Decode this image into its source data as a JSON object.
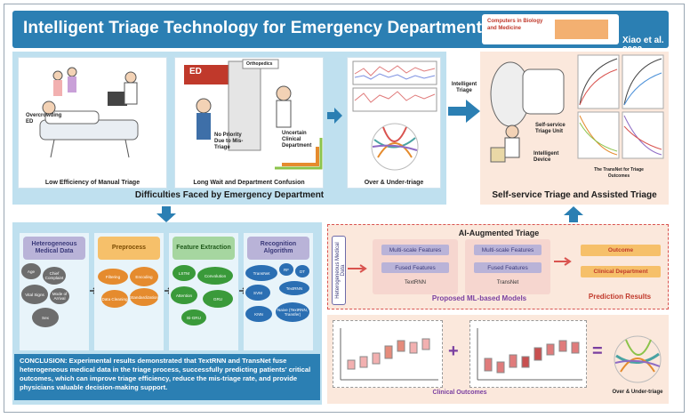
{
  "header": {
    "title": "Intelligent Triage Technology for Emergency Department Patients",
    "journal": "Computers in Biology and Medicine",
    "author": "Xiao et al. 2023"
  },
  "difficulties": {
    "title": "Difficulties Faced by Emergency Department",
    "panel1": {
      "caption": "Low Efficiency of Manual Triage",
      "label": "Overcrowding ED"
    },
    "panel2": {
      "caption": "Long Wait and Department Confusion",
      "ed": "ED",
      "orthopedics": "Orthopedics",
      "no_priority": "No Priority Due to Mis-Triage",
      "uncertain": "Uncertain Clinical Department"
    },
    "panel3": {
      "caption": "Over & Under-triage"
    }
  },
  "intelligent_triage_label": "Intelligent Triage",
  "self_service": {
    "title": "Self-service Triage and Assisted Triage",
    "unit": "Self-service Triage Unit",
    "device": "Intelligent Device",
    "transnet": "The TransNet for Triage Outcomes"
  },
  "pipeline": {
    "steps": [
      {
        "label": "Heterogeneous Medical Data",
        "color": "#b9b3d8",
        "text_color": "#3b3a7a",
        "items": [
          "Age",
          "Chief Complaint",
          "Vital Signs",
          "Mode of Arrival",
          "Sex"
        ]
      },
      {
        "label": "Preprocess",
        "color": "#f6c06a",
        "text_color": "#7a4a00",
        "items": [
          "Filtering",
          "Encoding",
          "Data Cleaning",
          "Standardization"
        ]
      },
      {
        "label": "Feature Extraction",
        "color": "#a6d6a0",
        "text_color": "#1f5a1a",
        "items": [
          "LSTM",
          "Convolution",
          "Attention",
          "GRU",
          "Bi-GRU"
        ]
      },
      {
        "label": "Recognition Algorithm",
        "color": "#b9b3d8",
        "text_color": "#3b3a7a",
        "items": [
          "TransNet",
          "RF",
          "DT",
          "SVM",
          "TextRNN",
          "KNN",
          "Naive (TextRNN, Transfer)"
        ]
      }
    ],
    "conclusion": "CONCLUSION: Experimental results demonstrated that TextRNN and TransNet fuse heterogeneous medical data in the triage process, successfully predicting patients' critical outcomes, which can improve triage efficiency, reduce the mis-triage rate, and provide physicians valuable decision-making support."
  },
  "ai": {
    "title": "AI-Augmented Triage",
    "input": "Heterogeneous Medical Data",
    "models": [
      {
        "name": "TextRNN",
        "f1": "Multi-scale Features",
        "f2": "Fused Features"
      },
      {
        "name": "TransNet",
        "f1": "Multi-scale Features",
        "f2": "Fused Features"
      }
    ],
    "proposed": "Proposed ML-based Models",
    "outputs": [
      "Outcome",
      "Clinical Department"
    ],
    "results": "Prediction Results"
  },
  "clinical": {
    "title": "Clinical Outcomes",
    "over_under": "Over & Under-triage"
  },
  "colors": {
    "primary": "#2b7fb3",
    "band": "#bfe0ef",
    "peach": "#fbe8dc",
    "purple": "#7a3fa0"
  }
}
